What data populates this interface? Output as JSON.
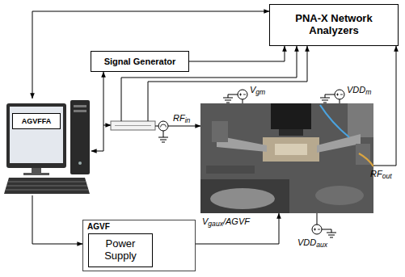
{
  "diagram": {
    "nodes": [
      {
        "text": [
          "PNA-X Network Analyzers"
        ]
      },
      {
        "text": [
          "Signal Generator"
        ]
      },
      {
        "text": [
          "AGVFFA"
        ]
      },
      {
        "text": [
          "AGVF"
        ]
      },
      {
        "text": [
          "Power Supply"
        ],
        "in": 3
      }
    ],
    "edges": [
      {
        "from": 2,
        "to": 0,
        "arrow": "both"
      },
      {
        "from": 2,
        "to": 1,
        "arrow": "both"
      },
      {
        "from": 1,
        "to": 0,
        "arrow": "to"
      },
      {
        "from": 2,
        "to": 3,
        "arrow": "to"
      }
    ],
    "labels": [
      "RFin",
      "Vgm",
      "VDDm",
      "RFout",
      "Vgaux/AGVF",
      "VDDaux"
    ]
  }
}
